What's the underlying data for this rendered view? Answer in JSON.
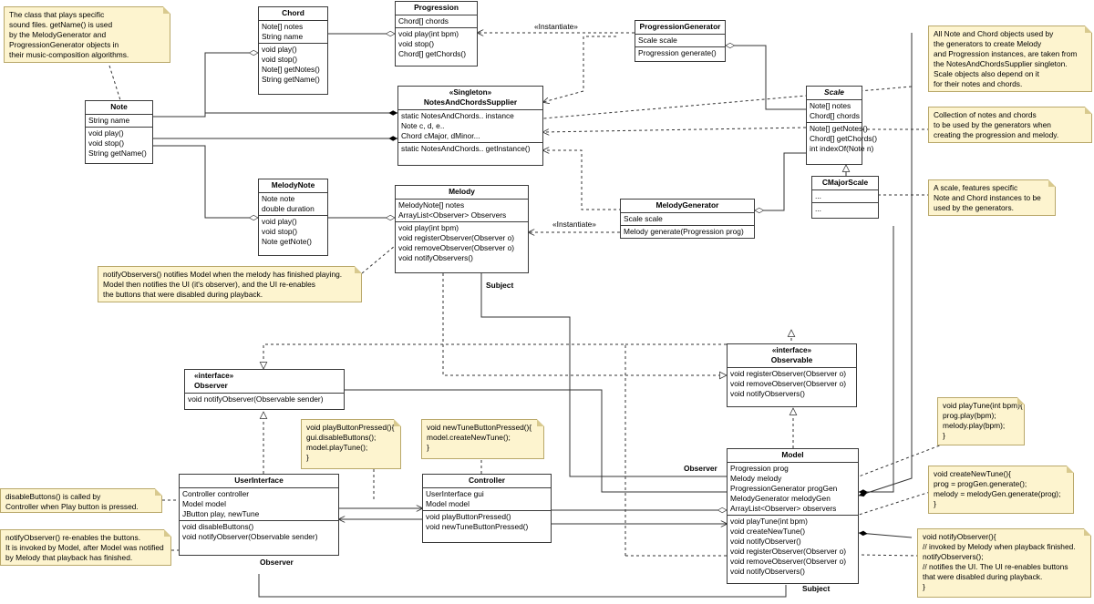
{
  "classes": {
    "chord": {
      "name": "Chord",
      "attrs": [
        "Note[] notes",
        "String name"
      ],
      "methods": [
        "void play()",
        "void stop()",
        "Note[] getNotes()",
        "String getName()"
      ]
    },
    "progression": {
      "name": "Progression",
      "attrs": [
        "Chord[] chords"
      ],
      "methods": [
        "void play(int bpm)",
        "void stop()",
        "Chord[] getChords()"
      ]
    },
    "progression_generator": {
      "name": "ProgressionGenerator",
      "attrs": [
        "Scale scale"
      ],
      "methods": [
        "Progression generate()"
      ]
    },
    "note": {
      "name": "Note",
      "attrs": [
        "String name"
      ],
      "methods": [
        "void play()",
        "void stop()",
        "String getName()"
      ]
    },
    "supplier": {
      "stereotype": "«Singleton»",
      "name": "NotesAndChordsSupplier",
      "attrs": [
        "static NotesAndChords.. instance",
        "Note c, d, e..",
        "Chord cMajor, dMinor..."
      ],
      "methods": [
        "static NotesAndChords.. getInstance()"
      ]
    },
    "scale": {
      "name": "Scale",
      "attrs": [
        "Note[] notes",
        "Chord[] chords"
      ],
      "methods": [
        "Note[] getNotes()",
        "Chord[] getChords()",
        "int indexOf(Note n)"
      ]
    },
    "cmajor_scale": {
      "name": "CMajorScale",
      "attrs": [
        "..."
      ],
      "methods": [
        "..."
      ]
    },
    "melody_note": {
      "name": "MelodyNote",
      "attrs": [
        "Note note",
        "double duration"
      ],
      "methods": [
        "void play()",
        "void stop()",
        "Note getNote()"
      ]
    },
    "melody": {
      "name": "Melody",
      "attrs": [
        "MelodyNote[] notes",
        "ArrayList<Observer> Observers"
      ],
      "methods": [
        "void play(int bpm)",
        "void registerObserver(Observer o)",
        "void removeObserver(Observer o)",
        "void notifyObservers()"
      ]
    },
    "melody_generator": {
      "name": "MelodyGenerator",
      "attrs": [
        "Scale scale"
      ],
      "methods": [
        "Melody generate(Progression prog)"
      ]
    },
    "observer": {
      "stereotype": "«interface»",
      "name": "Observer",
      "methods": [
        "void notifyObserver(Observable sender)"
      ]
    },
    "observable": {
      "stereotype": "«interface»",
      "name": "Observable",
      "methods": [
        "void registerObserver(Observer o)",
        "void removeObserver(Observer o)",
        "void notifyObservers()"
      ]
    },
    "user_interface": {
      "name": "UserInterface",
      "attrs": [
        "Controller controller",
        "Model model",
        "JButton play, newTune"
      ],
      "methods": [
        "void disableButtons()",
        "void notifyObserver(Observable sender)"
      ]
    },
    "controller": {
      "name": "Controller",
      "attrs": [
        "UserInterface gui",
        "Model model"
      ],
      "methods": [
        "void playButtonPressed()",
        "void newTuneButtonPressed()"
      ]
    },
    "model": {
      "name": "Model",
      "attrs": [
        "Progression prog",
        "Melody melody",
        "ProgressionGenerator progGen",
        "MelodyGenerator melodyGen",
        "ArrayList<Observer> observers"
      ],
      "methods": [
        "void playTune(int bpm)",
        "void createNewTune()",
        "void notifyObserver()",
        "void registerObserver(Observer o)",
        "void removeObserver(Observer o)",
        "void notifyObservers()"
      ]
    }
  },
  "notes": {
    "sound_files": [
      "The class that plays specific",
      "sound files. getName() is used",
      "by the MelodyGenerator and",
      "ProgressionGenerator objects in",
      "their music-composition algorithms."
    ],
    "supplier_note": [
      "All Note and Chord objects used by",
      "the generators to create Melody",
      "and Progression instances, are taken from",
      "the NotesAndChordsSupplier singleton.",
      "Scale objects also depend on it",
      "for their notes and chords."
    ],
    "collection": [
      "Collection of notes and chords",
      "to be used by the generators when",
      "creating the progression and melody."
    ],
    "scale_note": [
      "A scale, features specific",
      "Note and Chord instances to be",
      "used by the generators."
    ],
    "notify_observers": [
      "notifyObservers() notifies Model when the melody has finished playing.",
      "Model then notifies the UI (it's observer), and the UI re-enables",
      "the buttons that were disabled during playback."
    ],
    "play_button": [
      "void playButtonPressed(){",
      "gui.disableButtons();",
      "model.playTune();",
      "}"
    ],
    "new_tune_button": [
      "void newTuneButtonPressed(){",
      "model.createNewTune();",
      "}"
    ],
    "disable_buttons": [
      "disableButtons() is called by",
      "Controller when Play button is pressed."
    ],
    "notify_observer": [
      "notifyObserver() re-enables the buttons.",
      "It is invoked by Model, after Model was notified",
      "by Melody that playback has finished."
    ],
    "play_tune": [
      "void playTune(int bpm){",
      "prog.play(bpm);",
      "melody.play(bpm);",
      "}"
    ],
    "create_new_tune": [
      "void createNewTune(){",
      "prog = progGen.generate();",
      "melody = melodyGen.generate(prog);",
      "}"
    ],
    "model_notify": [
      "void notifyObserver(){",
      "// invoked by Melody when playback finished.",
      "notifyObservers();",
      "// notifies the UI. The UI re-enables buttons",
      "that were disabled during playback.",
      "}"
    ]
  },
  "labels": {
    "instantiate_1": "«Instantiate»",
    "instantiate_2": "«Instantiate»",
    "subject_melody": "Subject",
    "observer_model": "Observer",
    "observer_ui": "Observer",
    "subject_model": "Subject"
  }
}
